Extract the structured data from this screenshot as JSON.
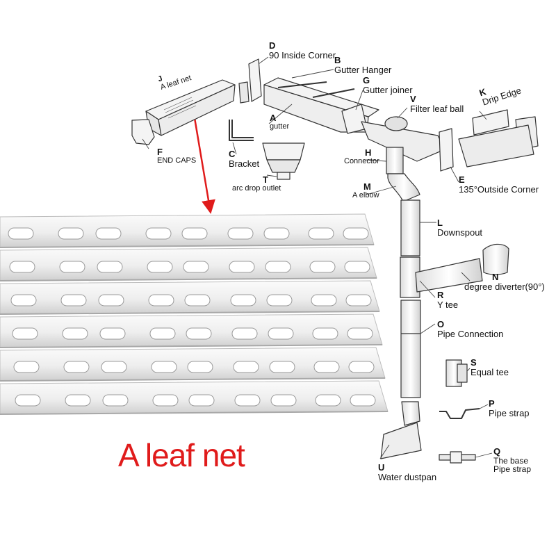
{
  "title": "A leaf net",
  "colors": {
    "accent": "#e01b1b",
    "line": "#333333",
    "part_fill": "#f2f2f2"
  },
  "parts": [
    {
      "letter": "D",
      "name": "90 Inside Corner"
    },
    {
      "letter": "B",
      "name": "Gutter Hanger"
    },
    {
      "letter": "J",
      "name": "A leaf net"
    },
    {
      "letter": "G",
      "name": "Gutter joiner"
    },
    {
      "letter": "K",
      "name": "Drip Edge"
    },
    {
      "letter": "V",
      "name": "Filter leaf ball"
    },
    {
      "letter": "A",
      "name": "gutter"
    },
    {
      "letter": "F",
      "name": "END CAPS"
    },
    {
      "letter": "C",
      "name": "Bracket"
    },
    {
      "letter": "H",
      "name": "Connector"
    },
    {
      "letter": "T",
      "name": "arc drop outlet"
    },
    {
      "letter": "E",
      "name": "135°Outside Corner"
    },
    {
      "letter": "M",
      "name": "A elbow"
    },
    {
      "letter": "L",
      "name": "Downspout"
    },
    {
      "letter": "N",
      "name": "degree diverter(90°)"
    },
    {
      "letter": "R",
      "name": "Y tee"
    },
    {
      "letter": "O",
      "name": "Pipe Connection"
    },
    {
      "letter": "S",
      "name": "Equal tee"
    },
    {
      "letter": "P",
      "name": "Pipe strap"
    },
    {
      "letter": "Q",
      "name": "The base\nPipe strap"
    },
    {
      "letter": "U",
      "name": "Water dustpan"
    }
  ]
}
